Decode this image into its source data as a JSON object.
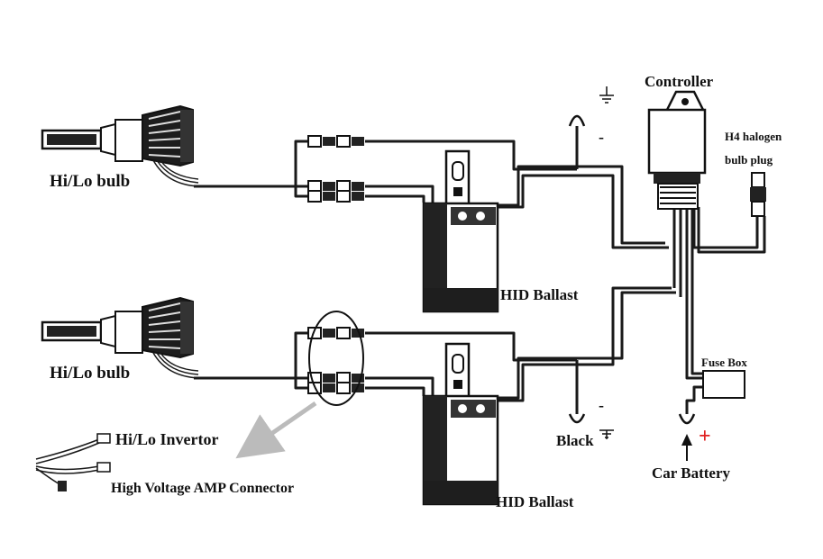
{
  "labels": {
    "controller": "Controller",
    "h4_line1": "H4 halogen",
    "h4_line2": "bulb plug",
    "bulb_top": "Hi/Lo bulb",
    "bulb_bottom": "Hi/Lo bulb",
    "ballast_top": "HID Ballast",
    "ballast_bottom": "HID Ballast",
    "fuse_box": "Fuse Box",
    "car_battery": "Car Battery",
    "black": "Black",
    "minus_top": "-",
    "minus_bottom": "-",
    "plus": "+",
    "invertor": "Hi/Lo Invertor",
    "amp_connector": "High Voltage AMP Connector"
  },
  "colors": {
    "wire": "#1a1a1a",
    "ballast": "#2a2a2a",
    "arrow": "#bbbbbb",
    "plus": "#e02020"
  },
  "icons": [
    "hid-bulb-icon",
    "hid-ballast-icon",
    "controller-relay-icon",
    "h4-plug-icon",
    "fuse-box-icon",
    "ground-symbol-icon",
    "battery-terminal-icon",
    "connector-icon",
    "callout-arrow-icon"
  ]
}
